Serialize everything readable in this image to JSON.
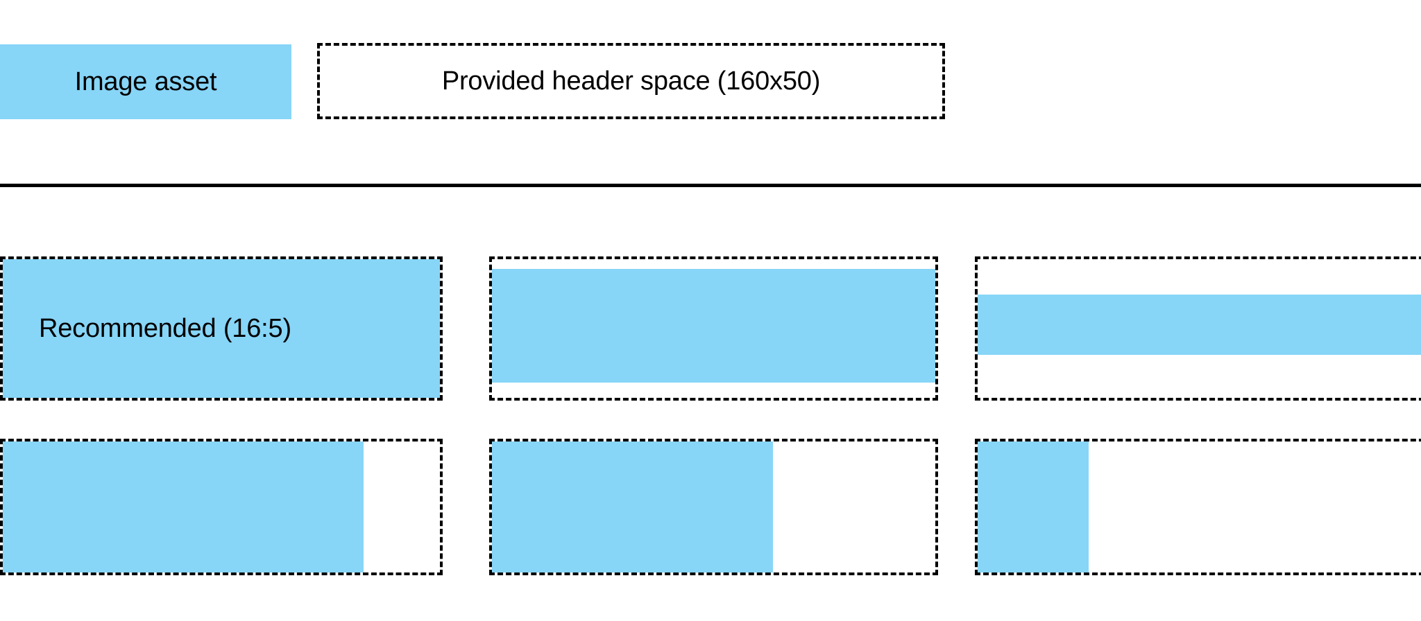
{
  "theme": {
    "accent": "#87d5f7",
    "stroke": "#000000",
    "background": "#ffffff"
  },
  "header": {
    "asset_chip_label": "Image asset",
    "header_space_label": "Provided header space (160x50)"
  },
  "grid": {
    "rows": [
      {
        "cells": [
          {
            "label": "Recommended (16:5)",
            "fill": "full"
          },
          {
            "label": "",
            "fill": "letterbox"
          },
          {
            "label": "",
            "fill": "band"
          }
        ]
      },
      {
        "cells": [
          {
            "label": "",
            "fill": "left-520"
          },
          {
            "label": "",
            "fill": "left-405"
          },
          {
            "label": "",
            "fill": "left-160"
          }
        ]
      }
    ]
  }
}
